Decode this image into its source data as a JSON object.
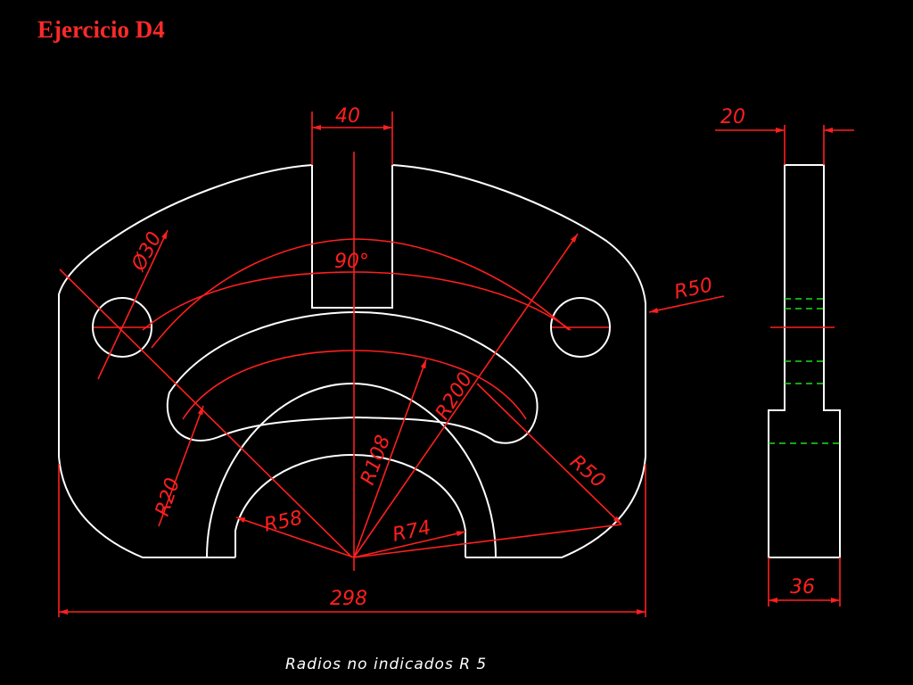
{
  "title": "Ejercicio D4",
  "dimensions": {
    "slot_width": "40",
    "side_thickness": "20",
    "angle": "90°",
    "hole_diameter": "Ø30",
    "radius_side": "R50",
    "radius_outer_arc": "R200",
    "radius_lower_right": "R50",
    "radius_slot_end": "R20",
    "radius_108": "R108",
    "radius_58": "R58",
    "radius_74": "R74",
    "overall_width": "298",
    "side_width": "36"
  },
  "note": "Radios no indicados R 5",
  "colors": {
    "outline": "#ffffff",
    "dimension": "#ff1f1f",
    "hidden": "#18e018",
    "background": "#000000"
  }
}
